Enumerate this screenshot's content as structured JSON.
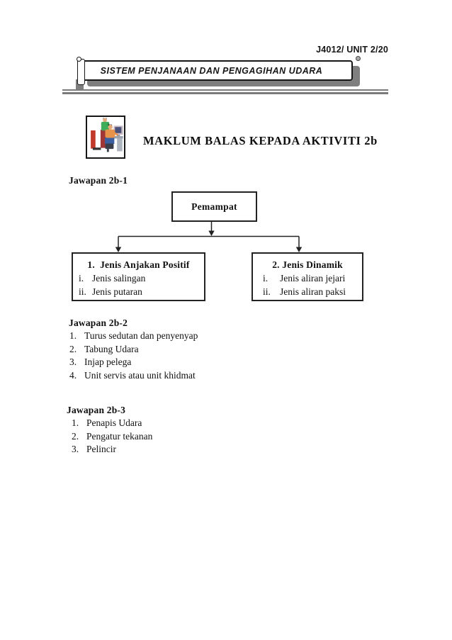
{
  "header": {
    "doc_ref": "J4012/ UNIT 2/20",
    "banner_title": "SISTEM PENJANAAN DAN PENGAGIHAN UDARA"
  },
  "intro": {
    "section_title": "MAKLUM BALAS KEPADA AKTIVITI 2b",
    "clipart_name": "people-at-computer-clipart"
  },
  "flowchart": {
    "heading": "Jawapan 2b-1",
    "root_label": "Pemampat",
    "left_box": {
      "title": "1.  Jenis Anjakan Positif",
      "items": [
        {
          "marker": "i.",
          "text": "Jenis salingan"
        },
        {
          "marker": "ii.",
          "text": "Jenis putaran"
        }
      ]
    },
    "right_box": {
      "title": "2. Jenis Dinamik",
      "items": [
        {
          "marker": "i.",
          "text": "Jenis aliran jejari"
        },
        {
          "marker": "ii.",
          "text": "Jenis aliran paksi"
        }
      ]
    }
  },
  "answer2": {
    "heading": "Jawapan 2b-2",
    "items": [
      {
        "num": "1.",
        "text": "Turus sedutan dan penyenyap"
      },
      {
        "num": "2.",
        "text": "Tabung Udara"
      },
      {
        "num": "3.",
        "text": "Injap pelega"
      },
      {
        "num": "4.",
        "text": "Unit servis atau unit khidmat"
      }
    ]
  },
  "answer3": {
    "heading": "Jawapan 2b-3",
    "items": [
      {
        "num": "1.",
        "text": "Penapis Udara"
      },
      {
        "num": "2.",
        "text": "Pengatur tekanan"
      },
      {
        "num": "3.",
        "text": "Pelincir"
      }
    ]
  },
  "colors": {
    "shadow_gray": "#7f7f7f",
    "divider_gray": "#7b7b7b",
    "line_black": "#222222"
  }
}
